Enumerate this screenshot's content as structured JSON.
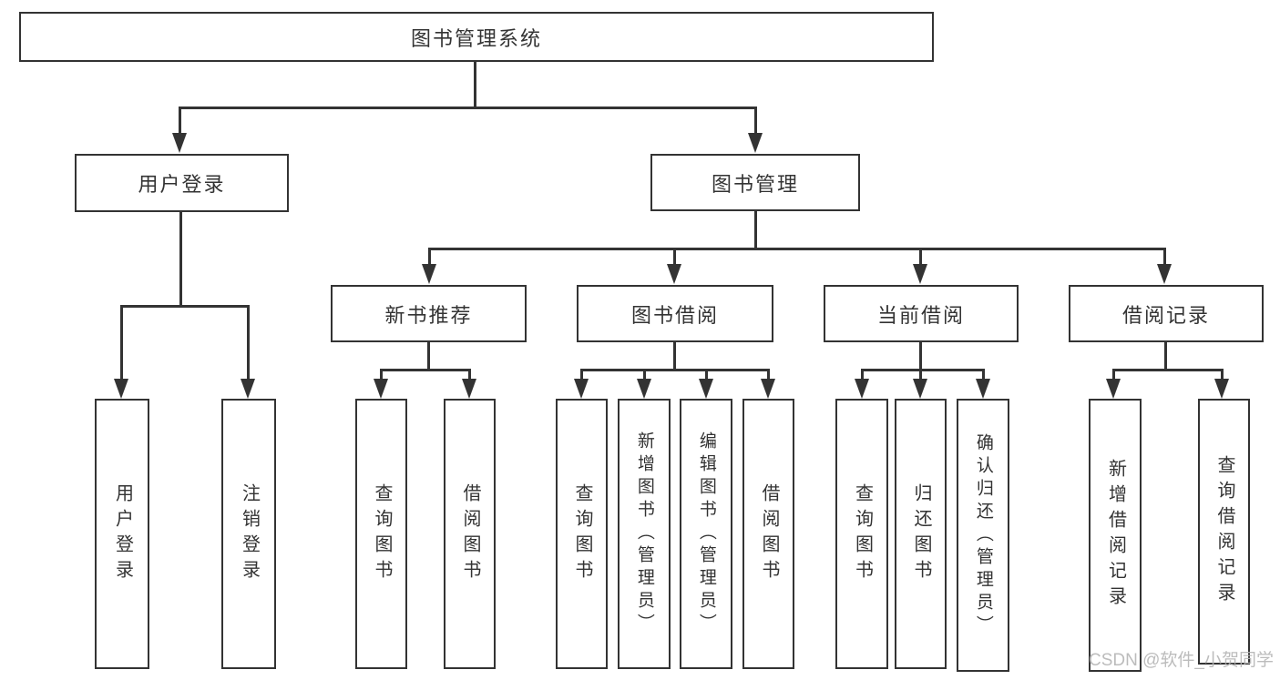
{
  "diagram_title": "图书管理系统",
  "nodes": {
    "root": "图书管理系统",
    "user_login": "用户登录",
    "book_mgmt": "图书管理",
    "new_books": "新书推荐",
    "book_borrow": "图书借阅",
    "current_borrow": "当前借阅",
    "borrow_records": "借阅记录"
  },
  "leaves": {
    "user_login": [
      "用户登录",
      "注销登录"
    ],
    "new_books": [
      "查询图书",
      "借阅图书"
    ],
    "book_borrow": [
      "查询图书",
      "新增图书（管理员）",
      "编辑图书（管理员）",
      "借阅图书"
    ],
    "current_borrow": [
      "查询图书",
      "归还图书",
      "确认归还（管理员）"
    ],
    "borrow_records": [
      "新增借阅记录",
      "查询借阅记录"
    ]
  },
  "watermark": "CSDN @软件_小贺同学",
  "colors": {
    "line": "#333333",
    "text": "#333333",
    "box_fill": "#ffffff",
    "watermark": "#b5b5b5",
    "background": "#ffffff"
  }
}
